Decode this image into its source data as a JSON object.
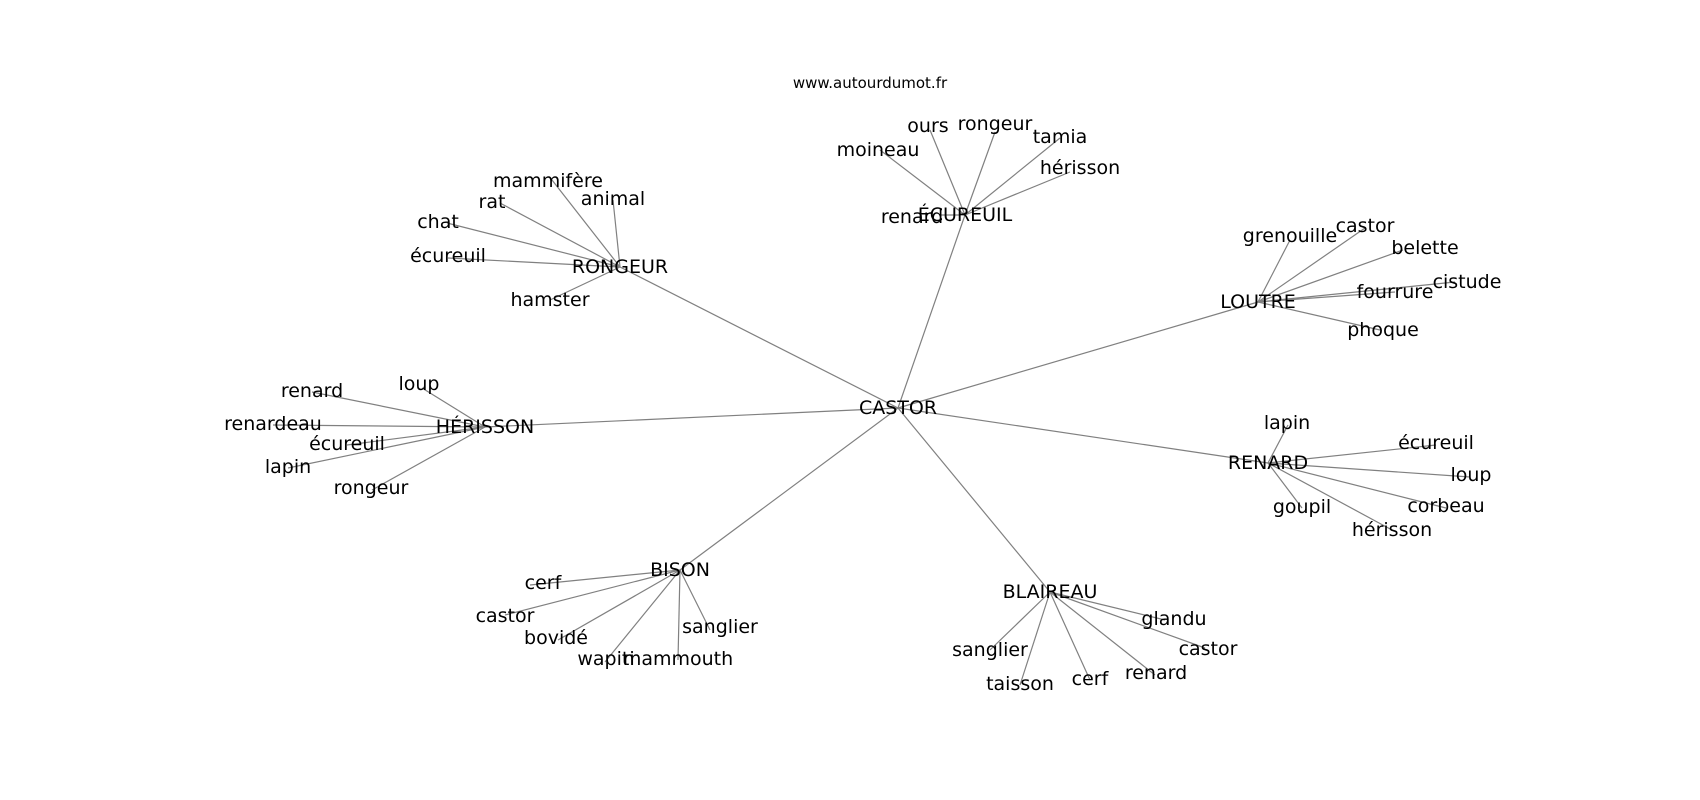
{
  "site_label": "www.autourdumot.fr",
  "center": "CASTOR",
  "hubs": [
    {
      "label": "ÉCUREUIL",
      "leaves": [
        "moineau",
        "ours",
        "rongeur",
        "tamia",
        "hérisson",
        "renard"
      ]
    },
    {
      "label": "RONGEUR",
      "leaves": [
        "mammifère",
        "rat",
        "animal",
        "chat",
        "écureuil",
        "hamster"
      ]
    },
    {
      "label": "LOUTRE",
      "leaves": [
        "grenouille",
        "castor",
        "belette",
        "fourrure",
        "cistude",
        "phoque"
      ]
    },
    {
      "label": "HÉRISSON",
      "leaves": [
        "renard",
        "loup",
        "renardeau",
        "écureuil",
        "lapin",
        "rongeur"
      ]
    },
    {
      "label": "RENARD",
      "leaves": [
        "lapin",
        "écureuil",
        "loup",
        "goupil",
        "corbeau",
        "hérisson"
      ]
    },
    {
      "label": "BISON",
      "leaves": [
        "cerf",
        "castor",
        "bovidé",
        "wapiti",
        "mammouth",
        "sanglier"
      ]
    },
    {
      "label": "BLAIREAU",
      "leaves": [
        "glandu",
        "castor",
        "sanglier",
        "taisson",
        "cerf",
        "renard"
      ]
    }
  ]
}
